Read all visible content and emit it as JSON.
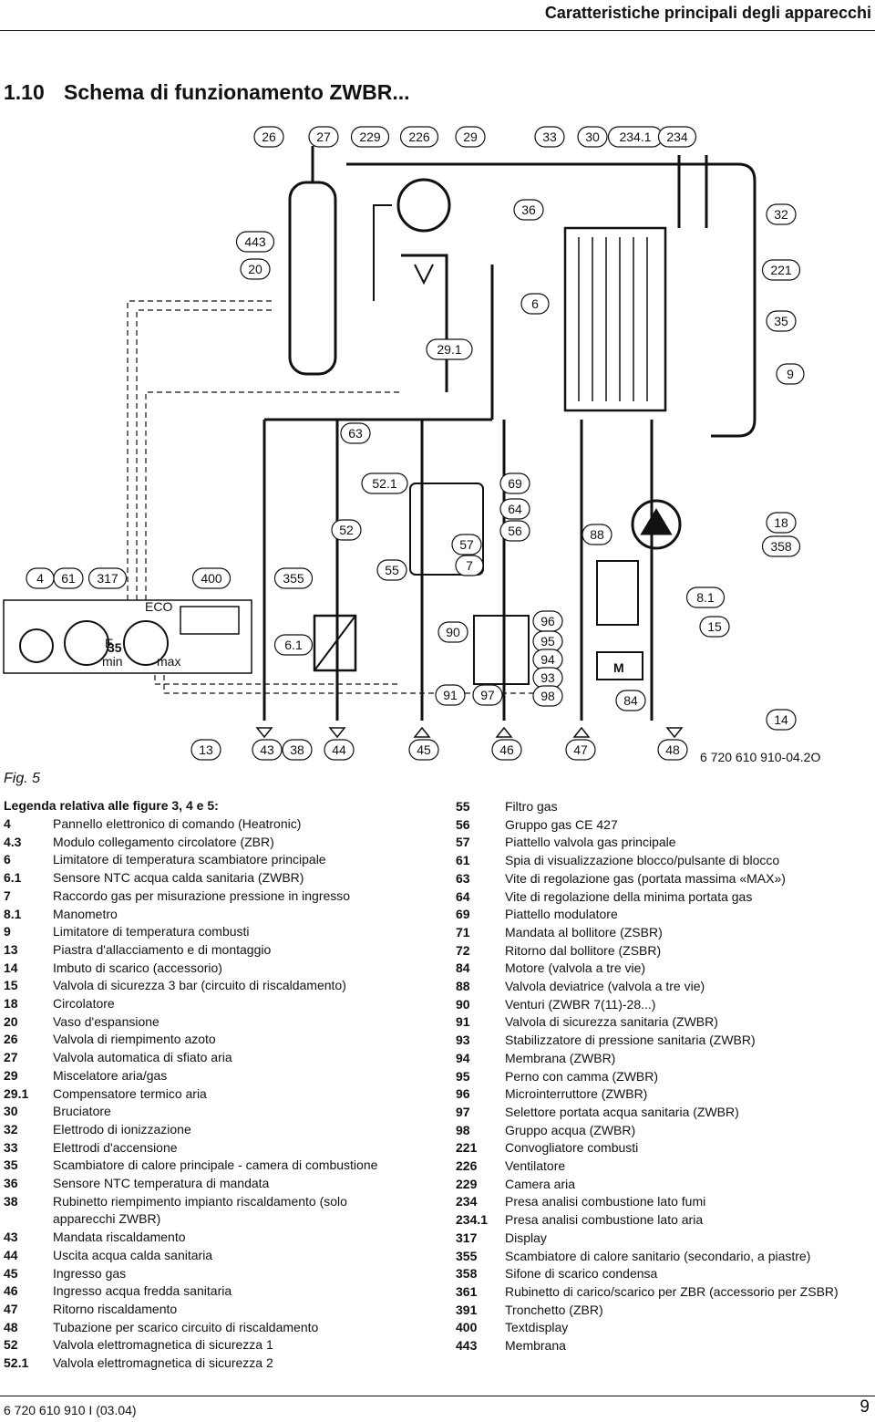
{
  "header": {
    "title": "Caratteristiche principali degli apparecchi"
  },
  "section": {
    "number": "1.10",
    "title": "Schema di funzionamento ZWBR..."
  },
  "figure": {
    "label": "Fig. 5",
    "code": "6 720 610 910-04.2O",
    "callouts": {
      "c26": "26",
      "c27": "27",
      "c229": "229",
      "c226": "226",
      "c29": "29",
      "c33": "33",
      "c30": "30",
      "c234_1": "234.1",
      "c234": "234",
      "c36": "36",
      "c32": "32",
      "c443": "443",
      "c20": "20",
      "c221": "221",
      "c6": "6",
      "c35": "35",
      "c29_1": "29.1",
      "c9": "9",
      "c63": "63",
      "c52_1": "52.1",
      "c69": "69",
      "c64": "64",
      "c52": "52",
      "c56": "56",
      "c57": "57",
      "c88": "88",
      "c18": "18",
      "c358": "358",
      "c7": "7",
      "c55": "55",
      "c4": "4",
      "c61": "61",
      "c317": "317",
      "c400": "400",
      "c355": "355",
      "c8_1": "8.1",
      "c96": "96",
      "c90": "90",
      "c95": "95",
      "c15": "15",
      "c6_1": "6.1",
      "c94": "94",
      "c93": "93",
      "c91": "91",
      "c97": "97",
      "c98": "98",
      "c84": "84",
      "c14": "14",
      "c13": "13",
      "c43": "43",
      "c38": "38",
      "c44": "44",
      "c45": "45",
      "c46": "46",
      "c47": "47",
      "c48": "48"
    },
    "panel": {
      "display": "35",
      "eco": "ECO",
      "min": "min",
      "max": "max",
      "e": "E",
      "motor": "M"
    }
  },
  "legend": {
    "title": "Legenda relativa alle figure 3, 4 e 5:",
    "left": [
      {
        "code": "4",
        "text": "Pannello elettronico di comando (Heatronic)"
      },
      {
        "code": "4.3",
        "text": "Modulo collegamento circolatore (ZBR)"
      },
      {
        "code": "6",
        "text": "Limitatore di temperatura scambiatore principale"
      },
      {
        "code": "6.1",
        "text": "Sensore NTC acqua calda sanitaria (ZWBR)"
      },
      {
        "code": "7",
        "text": "Raccordo gas per misurazione pressione in ingresso"
      },
      {
        "code": "8.1",
        "text": "Manometro"
      },
      {
        "code": "9",
        "text": "Limitatore di temperatura combusti"
      },
      {
        "code": "13",
        "text": "Piastra d'allacciamento e di montaggio"
      },
      {
        "code": "14",
        "text": "Imbuto di scarico (accessorio)"
      },
      {
        "code": "15",
        "text": "Valvola di sicurezza 3 bar (circuito di riscaldamento)"
      },
      {
        "code": "18",
        "text": "Circolatore"
      },
      {
        "code": "20",
        "text": "Vaso d'espansione"
      },
      {
        "code": "26",
        "text": "Valvola di riempimento azoto"
      },
      {
        "code": "27",
        "text": "Valvola automatica di sfiato aria"
      },
      {
        "code": "29",
        "text": "Miscelatore aria/gas"
      },
      {
        "code": "29.1",
        "text": "Compensatore termico aria"
      },
      {
        "code": "30",
        "text": "Bruciatore"
      },
      {
        "code": "32",
        "text": "Elettrodo di ionizzazione"
      },
      {
        "code": "33",
        "text": "Elettrodi d'accensione"
      },
      {
        "code": "35",
        "text": "Scambiatore di calore principale - camera di combustione"
      },
      {
        "code": "36",
        "text": "Sensore NTC temperatura di mandata"
      },
      {
        "code": "38",
        "text": "Rubinetto riempimento impianto riscaldamento (solo"
      },
      {
        "code": "",
        "text": "apparecchi ZWBR)"
      },
      {
        "code": "43",
        "text": "Mandata riscaldamento"
      },
      {
        "code": "44",
        "text": "Uscita acqua calda sanitaria"
      },
      {
        "code": "45",
        "text": "Ingresso gas"
      },
      {
        "code": "46",
        "text": "Ingresso acqua fredda sanitaria"
      },
      {
        "code": "47",
        "text": "Ritorno riscaldamento"
      },
      {
        "code": "48",
        "text": "Tubazione per scarico circuito di riscaldamento"
      },
      {
        "code": "52",
        "text": "Valvola elettromagnetica di sicurezza 1"
      },
      {
        "code": "52.1",
        "text": "Valvola elettromagnetica di sicurezza 2"
      }
    ],
    "right": [
      {
        "code": "55",
        "text": "Filtro gas"
      },
      {
        "code": "56",
        "text": "Gruppo gas CE 427"
      },
      {
        "code": "57",
        "text": "Piattello valvola gas principale"
      },
      {
        "code": "61",
        "text": "Spia di visualizzazione blocco/pulsante di blocco"
      },
      {
        "code": "63",
        "text": "Vite di regolazione gas (portata massima «MAX»)"
      },
      {
        "code": "64",
        "text": "Vite di regolazione della minima portata gas"
      },
      {
        "code": "69",
        "text": "Piattello modulatore"
      },
      {
        "code": "71",
        "text": "Mandata al bollitore (ZSBR)"
      },
      {
        "code": "72",
        "text": "Ritorno dal bollitore (ZSBR)"
      },
      {
        "code": "84",
        "text": "Motore (valvola a tre vie)"
      },
      {
        "code": "88",
        "text": "Valvola deviatrice (valvola a tre vie)"
      },
      {
        "code": "90",
        "text": "Venturi (ZWBR 7(11)-28...)"
      },
      {
        "code": "91",
        "text": "Valvola di sicurezza sanitaria (ZWBR)"
      },
      {
        "code": "93",
        "text": "Stabilizzatore di pressione sanitaria (ZWBR)"
      },
      {
        "code": "94",
        "text": "Membrana (ZWBR)"
      },
      {
        "code": "95",
        "text": "Perno con camma (ZWBR)"
      },
      {
        "code": "96",
        "text": "Microinterruttore (ZWBR)"
      },
      {
        "code": "97",
        "text": "Selettore portata acqua sanitaria (ZWBR)"
      },
      {
        "code": "98",
        "text": "Gruppo acqua (ZWBR)"
      },
      {
        "code": "221",
        "text": "Convogliatore combusti"
      },
      {
        "code": "226",
        "text": "Ventilatore"
      },
      {
        "code": "229",
        "text": "Camera aria"
      },
      {
        "code": "234",
        "text": "Presa analisi combustione lato fumi"
      },
      {
        "code": "234.1",
        "text": "Presa analisi combustione lato aria"
      },
      {
        "code": "317",
        "text": "Display"
      },
      {
        "code": "355",
        "text": "Scambiatore di calore sanitario (secondario, a piastre)"
      },
      {
        "code": "358",
        "text": "Sifone di scarico condensa"
      },
      {
        "code": "361",
        "text": "Rubinetto di carico/scarico per ZBR (accessorio per ZSBR)"
      },
      {
        "code": "391",
        "text": "Tronchetto (ZBR)"
      },
      {
        "code": "400",
        "text": "Textdisplay"
      },
      {
        "code": "443",
        "text": "Membrana"
      }
    ]
  },
  "footer": {
    "doc_code": "6 720 610 910 I (03.04)",
    "page": "9"
  }
}
